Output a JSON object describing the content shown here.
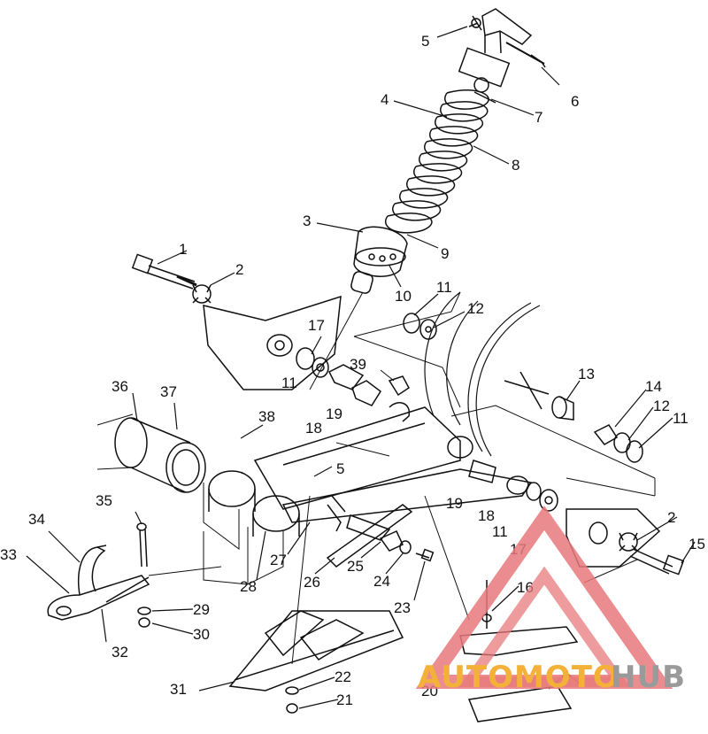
{
  "labels": {
    "l1": "1",
    "l2": "2",
    "l2b": "2",
    "l3": "3",
    "l4": "4",
    "l5": "5",
    "l5b": "5",
    "l6": "6",
    "l7": "7",
    "l8": "8",
    "l9": "9",
    "l10": "10",
    "l11": "11",
    "l11b": "11",
    "l11c": "11",
    "l11d": "11",
    "l12": "12",
    "l12b": "12",
    "l13": "13",
    "l14": "14",
    "l15": "15",
    "l16": "16",
    "l17": "17",
    "l17b": "17",
    "l18": "18",
    "l18b": "18",
    "l19": "19",
    "l19b": "19",
    "l20": "20",
    "l21": "21",
    "l22": "22",
    "l23": "23",
    "l24": "24",
    "l25": "25",
    "l26": "26",
    "l27": "27",
    "l28": "28",
    "l29": "29",
    "l30": "30",
    "l31": "31",
    "l32": "32",
    "l33": "33",
    "l34": "34",
    "l35": "35",
    "l36": "36",
    "l37": "37",
    "l38": "38",
    "l39": "39"
  },
  "watermark": {
    "part_a": "AUTOMOTO",
    "part_b": "HUB",
    "accent": "#f3b13a",
    "secondary": "#9a9a9a",
    "triangle": "#e8797c"
  }
}
